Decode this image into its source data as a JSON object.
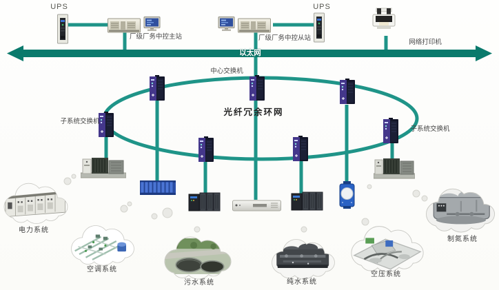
{
  "ethernet": {
    "label": "以太网"
  },
  "ring": {
    "label": "光纤冗余环网"
  },
  "stations": {
    "ups_left": "UPS",
    "ups_right": "UPS",
    "master": "厂级厂务中控主站",
    "slave": "厂级厂务中控从站",
    "printer": "网络打印机"
  },
  "switches": {
    "center": "中心交换机",
    "sub_left": "子系统交换机",
    "sub_right": "子系统交换机"
  },
  "systems": [
    {
      "label": "电力系统"
    },
    {
      "label": "空调系统"
    },
    {
      "label": "污水系统"
    },
    {
      "label": "纯水系统"
    },
    {
      "label": "空压系统"
    },
    {
      "label": "制氮系统"
    }
  ],
  "colors": {
    "ethernet_bar": "#0a7a6c",
    "link_line": "#1f9488",
    "ring_line": "#1f9488",
    "switch_body": "#131629",
    "switch_face": "#44378b",
    "label_text": "#3c3c3c",
    "ethernet_label_text": "#ffffff"
  }
}
